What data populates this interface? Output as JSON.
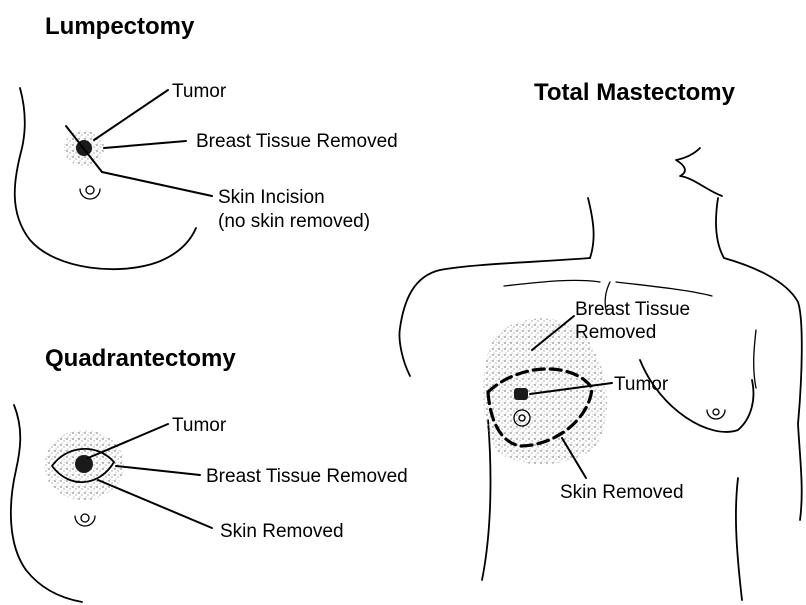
{
  "diagram": {
    "ink_color": "#000000",
    "stipple_color": "#9a9a9a",
    "tumor_color": "#1a1a1a",
    "lumpectomy": {
      "title": "Lumpectomy",
      "labels": {
        "tumor": "Tumor",
        "tissue": "Breast Tissue Removed",
        "incision_line1": "Skin Incision",
        "incision_line2": "(no skin removed)"
      }
    },
    "quadrantectomy": {
      "title": "Quadrantectomy",
      "labels": {
        "tumor": "Tumor",
        "tissue": "Breast Tissue Removed",
        "skin": "Skin Removed"
      }
    },
    "mastectomy": {
      "title": "Total Mastectomy",
      "labels": {
        "tissue_line1": "Breast Tissue",
        "tissue_line2": "Removed",
        "tumor": "Tumor",
        "skin": "Skin Removed"
      }
    }
  }
}
